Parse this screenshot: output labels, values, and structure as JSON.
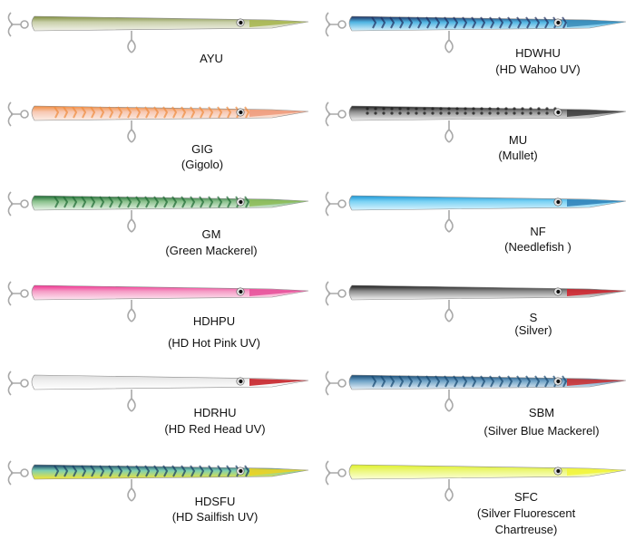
{
  "lures": [
    {
      "code": "AYU",
      "name": "",
      "colors": {
        "top": "#7f8d3c",
        "mid": "#c8cfa9",
        "belly": "#f2f2ea",
        "nose": "#a7b64d",
        "tail": "#9aa64a"
      },
      "pattern": "plain"
    },
    {
      "code": "HDWHU",
      "name": "(HD Wahoo UV)",
      "colors": {
        "top": "#1e2c5c",
        "mid": "#4fb4e2",
        "belly": "#d9f1fb",
        "nose": "#3a8bb7",
        "tail": "#2a3f70"
      },
      "pattern": "bars"
    },
    {
      "code": "GIG",
      "name": "(Gigolo)",
      "colors": {
        "top": "#f08a3c",
        "mid": "#f7c8b2",
        "belly": "#fbeee7",
        "nose": "#ef9a7b",
        "tail": "#f07b2a"
      },
      "pattern": "bars"
    },
    {
      "code": "MU",
      "name": "(Mullet)",
      "colors": {
        "top": "#1f1f1f",
        "mid": "#8e8e8e",
        "belly": "#f1f1f1",
        "nose": "#3b3b3b",
        "tail": "#2c2c2c"
      },
      "pattern": "dots"
    },
    {
      "code": "GM",
      "name": "(Green Mackerel)",
      "colors": {
        "top": "#1c6a32",
        "mid": "#8cc28e",
        "belly": "#e8f4e8",
        "nose": "#8ebc57",
        "tail": "#22773a"
      },
      "pattern": "bars"
    },
    {
      "code": "NF",
      "name": "(Needlefish )",
      "colors": {
        "top": "#1b95d4",
        "mid": "#7cd3f4",
        "belly": "#d8f3fd",
        "nose": "#2d7fb6",
        "tail": "#1a8fd0"
      },
      "pattern": "plain"
    },
    {
      "code": "HDHPU",
      "name": "(HD Hot Pink UV)",
      "colors": {
        "top": "#ef2f8e",
        "mid": "#f59bc5",
        "belly": "#fde7f1",
        "nose": "#e64f99",
        "tail": "#ee2b89"
      },
      "pattern": "plain"
    },
    {
      "code": "S",
      "name": "(Silver)",
      "colors": {
        "top": "#1a1a1a",
        "mid": "#8c8c8c",
        "belly": "#f4f4f4",
        "nose": "#d3202a",
        "tail": "#333333"
      },
      "pattern": "plain"
    },
    {
      "code": "HDRHU",
      "name": "(HD Red Head UV)",
      "colors": {
        "top": "#dcdcdc",
        "mid": "#efefef",
        "belly": "#ffffff",
        "nose": "#c4161d",
        "tail": "#d7d7d7"
      },
      "pattern": "plain"
    },
    {
      "code": "SBM",
      "name": "(Silver Blue Mackerel)",
      "colors": {
        "top": "#14466f",
        "mid": "#6ea2c6",
        "belly": "#eaf2f8",
        "nose": "#d12b2b",
        "tail": "#1a4b78"
      },
      "pattern": "bars"
    },
    {
      "code": "HDSFU",
      "name": "(HD Sailfish UV)",
      "colors": {
        "top": "#143a63",
        "mid": "#7ccfb3",
        "belly": "#f4e534",
        "nose": "#f1d21b",
        "tail": "#1c4c7a"
      },
      "pattern": "bars"
    },
    {
      "code": "SFC",
      "name": "(Silver Fluorescent",
      "name2": "Chartreuse)",
      "colors": {
        "top": "#dff02a",
        "mid": "#ecf779",
        "belly": "#fbffd9",
        "nose": "#f2f43a",
        "tail": "#d8ec1f"
      },
      "pattern": "plain"
    }
  ],
  "hook_color": "#a8a8a8",
  "eye": {
    "ring": "#e6e6e6",
    "pupil": "#111111"
  }
}
